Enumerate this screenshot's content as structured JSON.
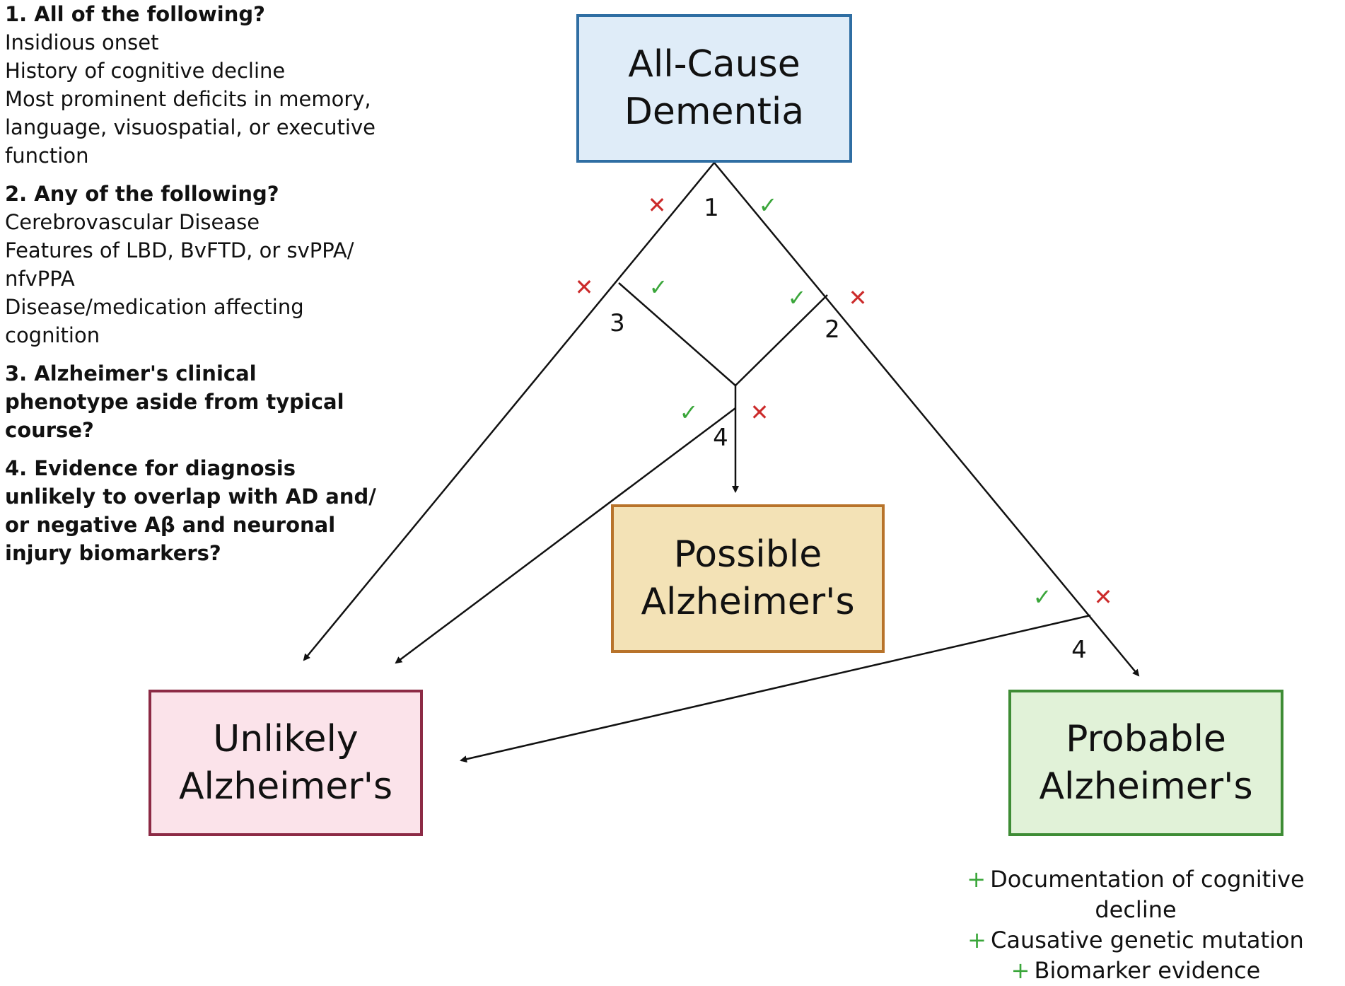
{
  "criteria": [
    {
      "title": " 1.  All of the following?",
      "items": [
        "Insidious onset",
        "History of cognitive decline",
        "Most prominent deficits in memory, language, visuospatial, or executive function"
      ]
    },
    {
      "title": "2. Any of the following?",
      "items": [
        "Cerebrovascular Disease",
        "Features of LBD, BvFTD, or svPPA/ nfvPPA",
        "Disease/medication affecting cognition"
      ]
    },
    {
      "title": "3. Alzheimer's clinical phenotype aside from typical course?",
      "items": []
    },
    {
      "title": "4. Evidence for diagnosis unlikely to overlap with AD and/ or negative Aβ and neuronal injury biomarkers?",
      "items": []
    }
  ],
  "boxes": {
    "all_cause": {
      "line1": "All-Cause",
      "line2": "Dementia",
      "fill": "#dfecf8",
      "border": "#2f6ea3"
    },
    "possible": {
      "line1": "Possible",
      "line2": "Alzheimer's",
      "fill": "#f3e2b6",
      "border": "#b8732a"
    },
    "unlikely": {
      "line1": "Unlikely",
      "line2": "Alzheimer's",
      "fill": "#fbe3ea",
      "border": "#8c2a45"
    },
    "probable": {
      "line1": "Probable",
      "line2": "Alzheimer's",
      "fill": "#e1f2d8",
      "border": "#3e8c35"
    }
  },
  "step_labels": {
    "q1": "1",
    "q2": "2",
    "q3": "3",
    "q4_left": "4",
    "q4_right": "4"
  },
  "marks": {
    "check": "✓",
    "cross": "✕",
    "check_color": "#3aa63a",
    "cross_color": "#cc2b2b"
  },
  "footnotes": {
    "plus": "+",
    "items": [
      "Documentation of cognitive decline",
      "Causative genetic mutation",
      "Biomarker evidence"
    ]
  }
}
